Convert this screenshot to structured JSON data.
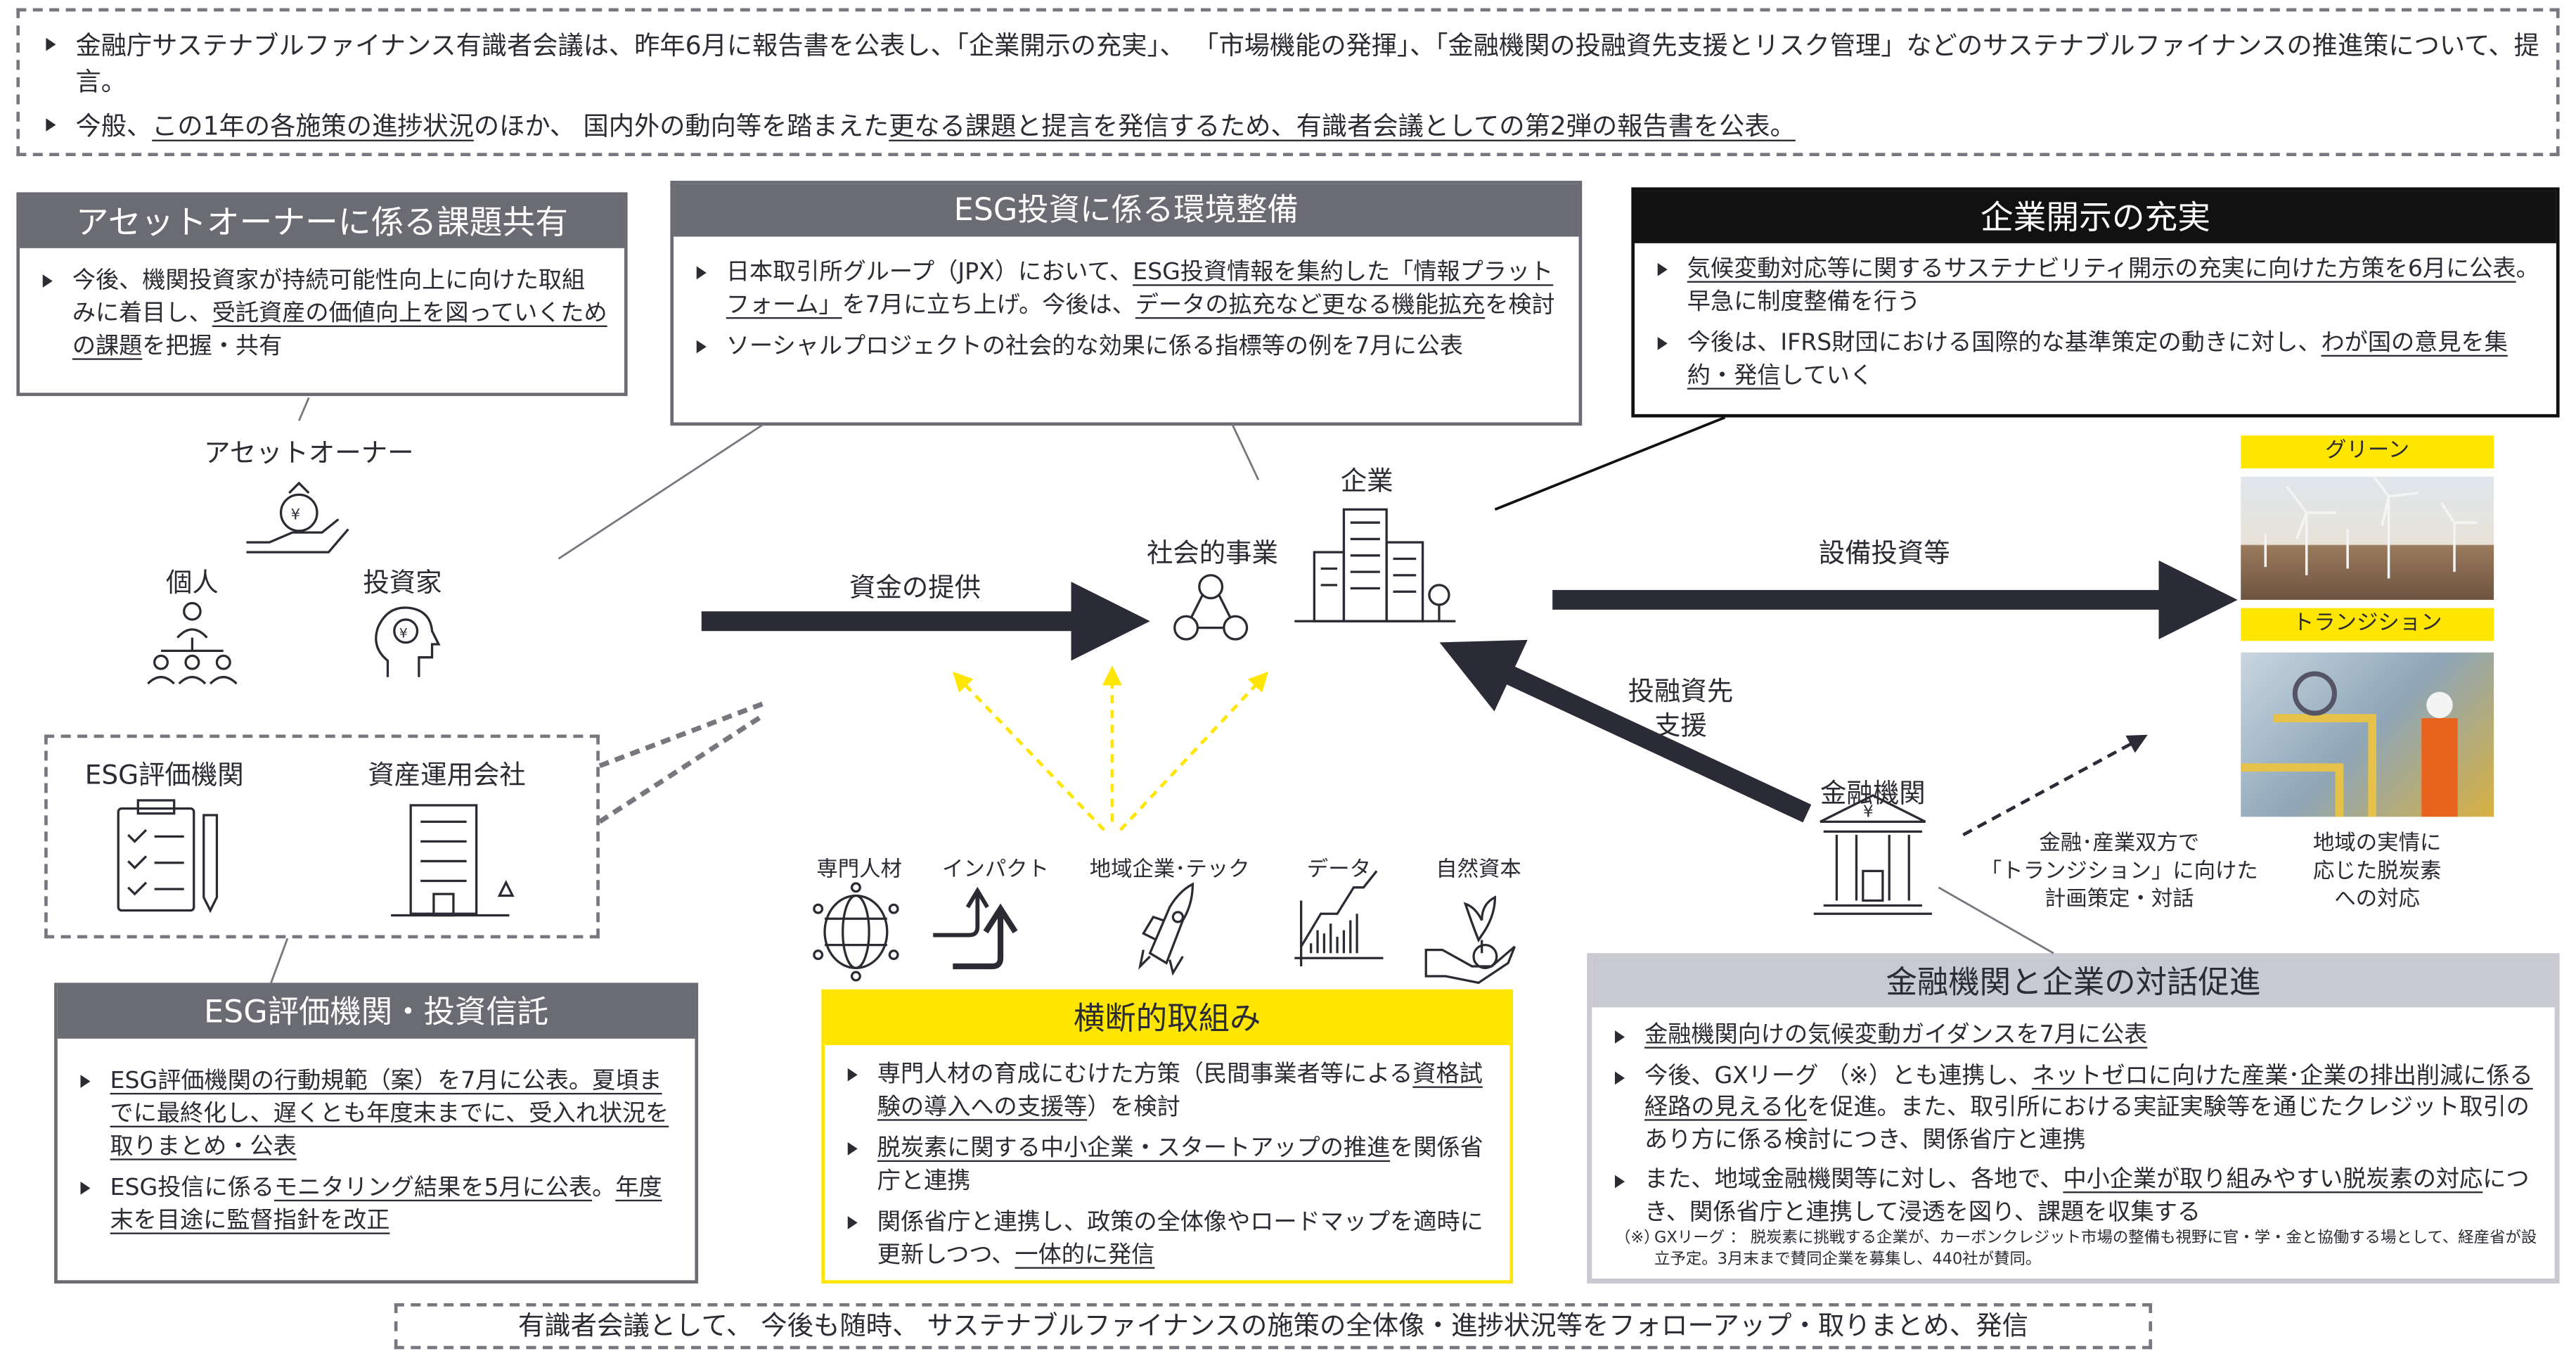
{
  "intro": {
    "bullets": [
      [
        {
          "t": "金融庁サステナブルファイナンス有識者会議は、昨年6月に報告書を公表し、「企業開示の充実」、 「市場機能の発揮」、「金融機関の投融資先支援とリスク管理」などのサステナブルファイナンスの推進策について、提言。",
          "u": false
        }
      ],
      [
        {
          "t": "今般、",
          "u": false
        },
        {
          "t": "この1年の各施策の進捗状況",
          "u": true
        },
        {
          "t": "のほか、 国内外の動向等を踏まえた",
          "u": false
        },
        {
          "t": "更なる課題と提言を発信するため、有識者会議としての第2弾の報告書を公表。",
          "u": true
        }
      ]
    ]
  },
  "asset_owner_box": {
    "title": "アセットオーナーに係る課題共有",
    "bullets": [
      [
        {
          "t": "今後、機関投資家が持続可能性向上に向けた取組みに着目し、",
          "u": false
        },
        {
          "t": "受託資産の価値向上を図っていくための課題",
          "u": true
        },
        {
          "t": "を把握・共有",
          "u": false
        }
      ]
    ]
  },
  "esg_env_box": {
    "title": "ESG投資に係る環境整備",
    "bullets": [
      [
        {
          "t": "日本取引所グループ（JPX）において、",
          "u": false
        },
        {
          "t": "ESG投資情報を集約した「情報プラットフォーム」",
          "u": true
        },
        {
          "t": "を7月に立ち上げ。今後は、",
          "u": false
        },
        {
          "t": "データの拡充など更なる機能拡充",
          "u": true
        },
        {
          "t": "を検討",
          "u": false
        }
      ],
      [
        {
          "t": "ソーシャルプロジェクトの社会的な効果に係る指標等の例を7月に公表",
          "u": false
        }
      ]
    ]
  },
  "disclosure_box": {
    "title": "企業開示の充実",
    "bullets": [
      [
        {
          "t": "気候変動対応等に関するサステナビリティ開示の充実に向けた方策を6月に公表",
          "u": true
        },
        {
          "t": "。早急に制度整備を行う",
          "u": false
        }
      ],
      [
        {
          "t": "今後は、IFRS財団における国際的な基準策定の動きに対し、",
          "u": false
        },
        {
          "t": "わが国の意見を集約・発信",
          "u": true
        },
        {
          "t": "していく",
          "u": false
        }
      ]
    ]
  },
  "esg_rating_box": {
    "title": "ESG評価機関・投資信託",
    "bullets": [
      [
        {
          "t": "ESG評価機関の行動規範（案）を7月に公表。夏頃までに最終化し、遅くとも年度末までに、受入れ状況を取りまとめ・公表",
          "u": true
        }
      ],
      [
        {
          "t": "ESG投信に係る",
          "u": false
        },
        {
          "t": "モニタリング結果を5月に公表",
          "u": true
        },
        {
          "t": "。",
          "u": false
        },
        {
          "t": "年度末を目途に監督指針を改正",
          "u": true
        }
      ]
    ]
  },
  "cross_box": {
    "title": "横断的取組み",
    "bullets": [
      [
        {
          "t": "専門人材の育成にむけた方策（民間事業者等による",
          "u": false
        },
        {
          "t": "資格試験の導入への支援等",
          "u": true
        },
        {
          "t": "）を検討",
          "u": false
        }
      ],
      [
        {
          "t": "脱炭素に関する中小企業・スタートアップの推進",
          "u": true
        },
        {
          "t": "を関係省庁と連携",
          "u": false
        }
      ],
      [
        {
          "t": "関係省庁と連携し、政策の全体像やロードマップを適時に更新しつつ、",
          "u": false
        },
        {
          "t": "一体的に発信",
          "u": true
        }
      ]
    ]
  },
  "dialogue_box": {
    "title": "金融機関と企業の対話促進",
    "bullets": [
      [
        {
          "t": "金融機関向けの気候変動ガイダンスを7月に公表",
          "u": true
        }
      ],
      [
        {
          "t": "今後、GXリーグ （※）とも連携し、",
          "u": false
        },
        {
          "t": "ネットゼロに向けた産業･企業の排出削減に係る経路の見える化",
          "u": true
        },
        {
          "t": "を促進。また、取引所における実証実験等を通じたクレジット取引のあり方に係る検討につき、関係省庁と連携",
          "u": false
        }
      ],
      [
        {
          "t": "また、地域金融機関等に対し、各地で、",
          "u": false
        },
        {
          "t": "中小企業が取り組みやすい脱炭素の対応",
          "u": true
        },
        {
          "t": "につき、関係省庁と連携して浸透を図り、課題を収集する",
          "u": false
        }
      ]
    ],
    "note_mark": "（※）",
    "note": "GXリーグ ： 脱炭素に挑戦する企業が、カーボンクレジット市場の整備も視野に官・学・金と協働する場として、経産省が設立予定。3月末まで賛同企業を募集し、440社が賛同。"
  },
  "diagram": {
    "asset_owner": "アセットオーナー",
    "individual": "個人",
    "investor": "投資家",
    "esg_rater": "ESG評価機関",
    "asset_manager": "資産運用会社",
    "funding": "資金の提供",
    "social_project": "社会的事業",
    "company": "企業",
    "capex": "設備投資等",
    "support_line1": "投融資先",
    "support_line2": "支援",
    "financial_institution": "金融機関",
    "transition_plan": [
      "金融･産業双方で",
      "「トランジション」に向けた",
      "計画策定・対話"
    ],
    "regional": [
      "地域の実情に",
      "応じた脱炭素",
      "への対応"
    ],
    "green": "グリーン",
    "transition": "トランジション",
    "themes": [
      "専門人材",
      "インパクト",
      "地域企業･テック",
      "データ",
      "自然資本"
    ]
  },
  "footer": "有識者会議として、 今後も随時、 サステナブルファイナンスの施策の全体像・進捗状況等をフォローアップ・取りまとめ、発信",
  "colors": {
    "gray_header": "#6b6b73",
    "black_header": "#111111",
    "yellow": "#ffe600",
    "light_header": "#c9c9d1",
    "text": "#2b2b33",
    "arrow": "#2b2b38"
  }
}
